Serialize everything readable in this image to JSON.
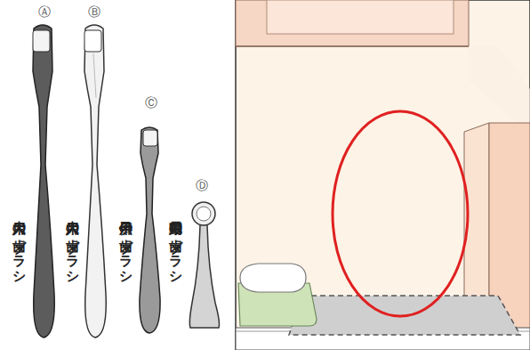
{
  "diagram": {
    "labels": [
      "Ⓐ",
      "大人用の歯ブラシ",
      "Ⓑ",
      "大人用の歯ブラシ",
      "Ⓒ",
      "子供用の歯ブラシ",
      "Ⓓ",
      "電動用の歯ブラシ"
    ]
  }
}
